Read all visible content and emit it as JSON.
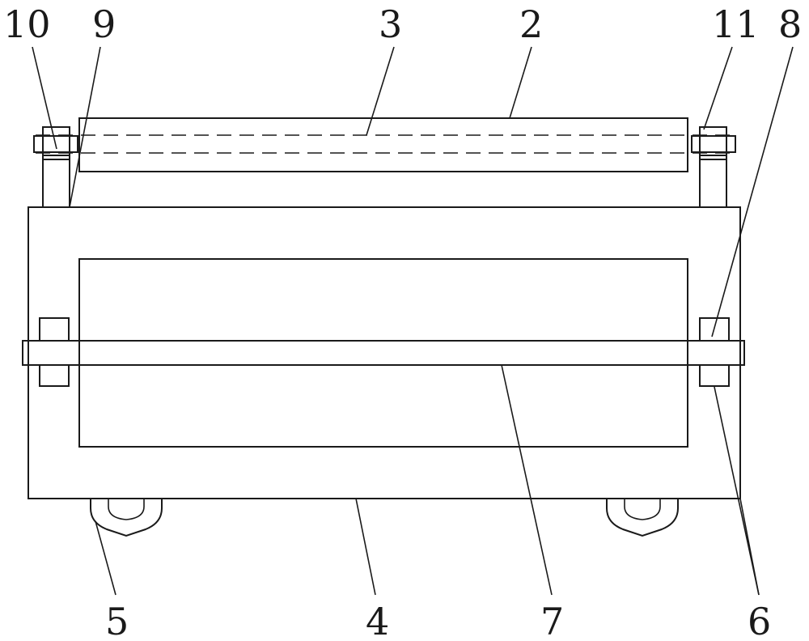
{
  "diagram": {
    "labels": {
      "l10": "10",
      "l9": "9",
      "l3": "3",
      "l2": "2",
      "l11": "11",
      "l8": "8",
      "l5": "5",
      "l4": "4",
      "l7": "7",
      "l6": "6"
    }
  }
}
